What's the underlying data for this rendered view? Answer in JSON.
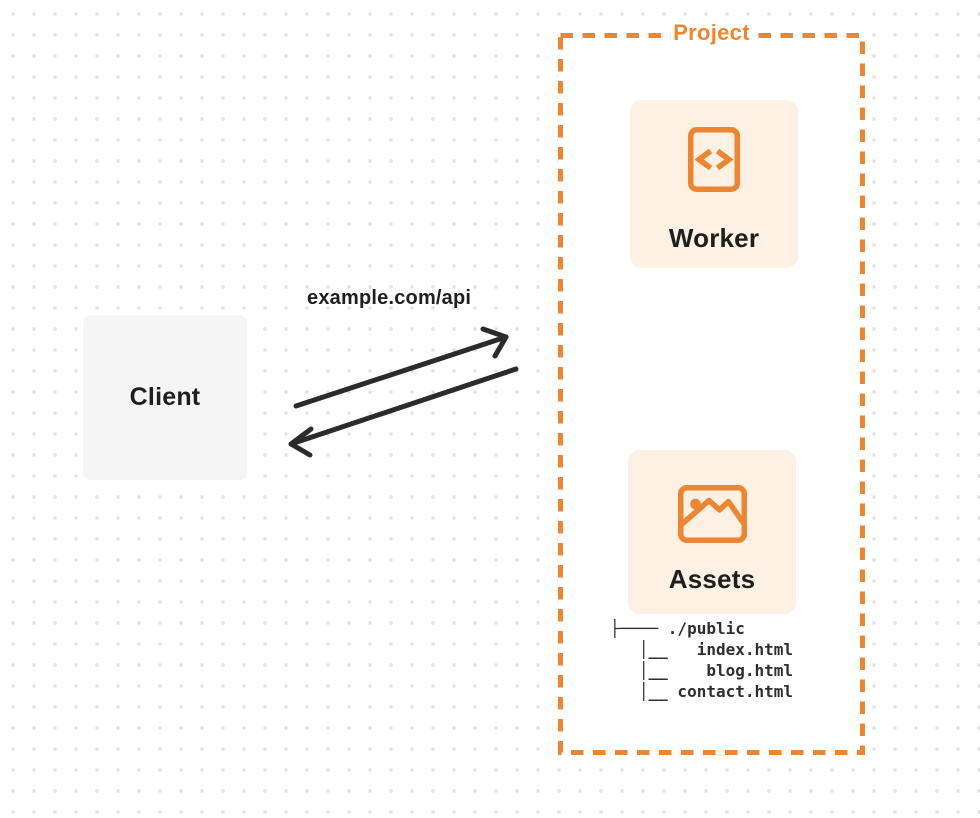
{
  "client": {
    "label": "Client"
  },
  "request": {
    "url_label": "example.com/api"
  },
  "project": {
    "label": "Project",
    "worker": {
      "label": "Worker",
      "icon": "code-file-icon"
    },
    "assets": {
      "label": "Assets",
      "icon": "image-icon"
    },
    "file_tree": {
      "lines": [
        "├──── ./public",
        "   │__   index.html",
        "   │__    blog.html",
        "   │__ contact.html"
      ]
    }
  },
  "colors": {
    "accent_orange": "#ED8531",
    "card_background": "#FCF1E3",
    "client_background": "#F5F5F6",
    "arrow_dark": "#2B2B2B",
    "text_dark": "#1F1F1F",
    "dot_grid": "#E3E3E6",
    "background": "#FFFFFF"
  }
}
